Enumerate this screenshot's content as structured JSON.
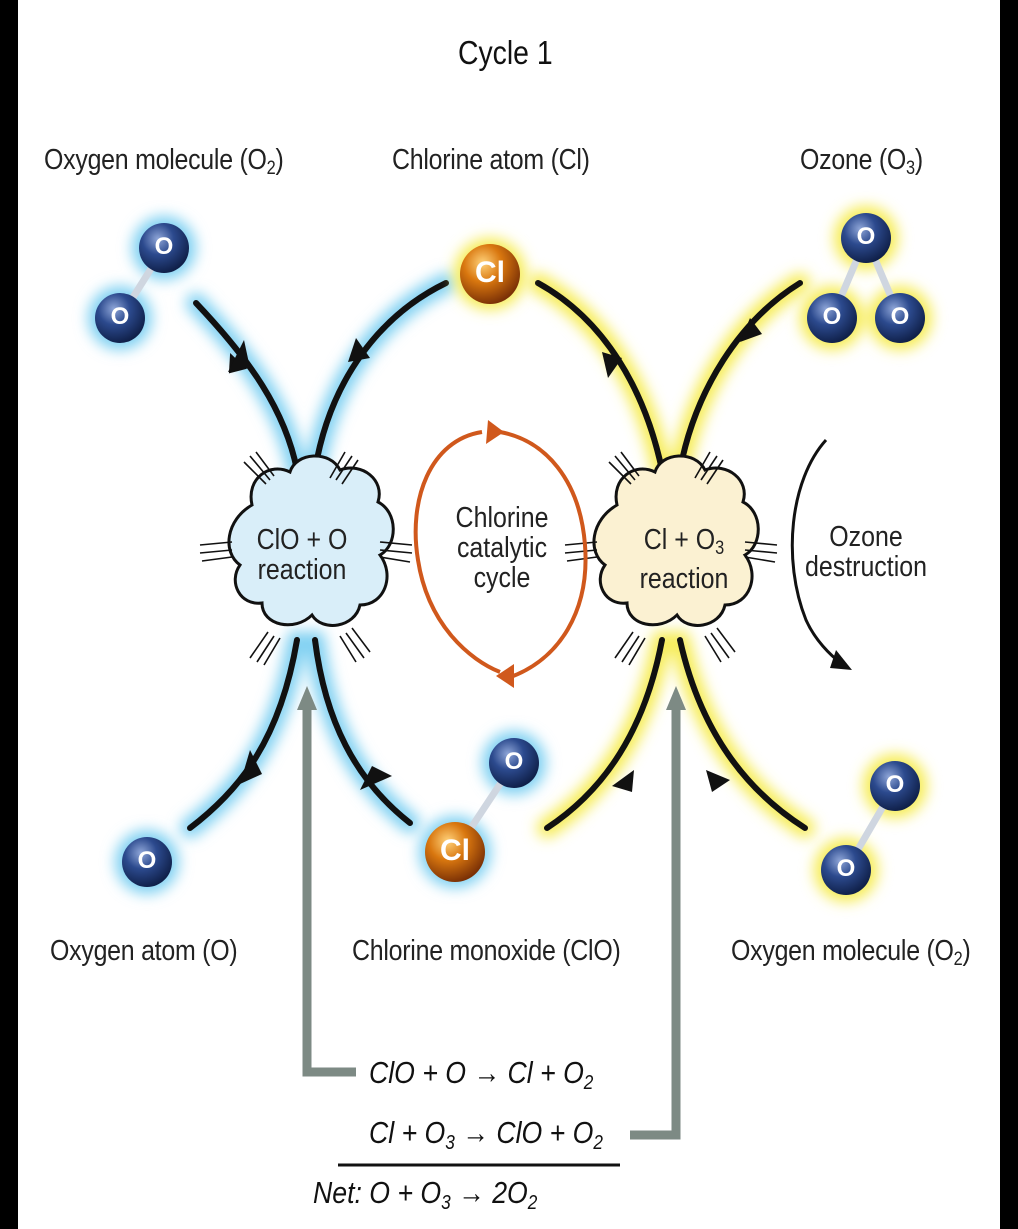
{
  "title": "Cycle 1",
  "molecules": {
    "top_left": {
      "text": "Oxygen molecule (O",
      "sub": "2",
      "tail": ")"
    },
    "top_center": {
      "text": "Chlorine atom (Cl)"
    },
    "top_right": {
      "text": "Ozone (O",
      "sub": "3",
      "tail": ")"
    },
    "bottom_left": {
      "text": "Oxygen atom  (O)"
    },
    "bottom_center": {
      "text": "Chlorine monoxide (ClO)"
    },
    "bottom_right": {
      "text": "Oxygen molecule (O",
      "sub": "2",
      "tail": ")"
    }
  },
  "reactions": {
    "left": {
      "line1": "ClO + O",
      "line2": "reaction"
    },
    "right": {
      "line1a": "Cl + O",
      "line1sub": "3",
      "line2": "reaction"
    }
  },
  "center_cycle": {
    "line1": "Chlorine",
    "line2": "catalytic",
    "line3": "cycle"
  },
  "ozone_destruction": {
    "line1": "Ozone",
    "line2": "destruction"
  },
  "atom_symbols": {
    "oxygen": "O",
    "chlorine": "Cl"
  },
  "equations": {
    "eq1": {
      "a": "ClO + O → Cl + O",
      "sub": "2"
    },
    "eq2": {
      "a": "Cl + O",
      "sub1": "3",
      "b": " → ClO + O",
      "sub2": "2"
    },
    "net": {
      "a": "Net: O + O",
      "sub1": "3",
      "b": " → 2O",
      "sub2": "2"
    }
  },
  "colors": {
    "oxygen_atom": "#1f3a78",
    "chlorine_atom": "#c8600c",
    "blue_glow": "#4db8ea",
    "yellow_glow": "#f4e84a",
    "catalytic_cycle": "#d0581c",
    "gray_arrow": "#7d8a84",
    "left_cloud": "#dbeef8",
    "right_cloud": "#fbf2d3"
  }
}
